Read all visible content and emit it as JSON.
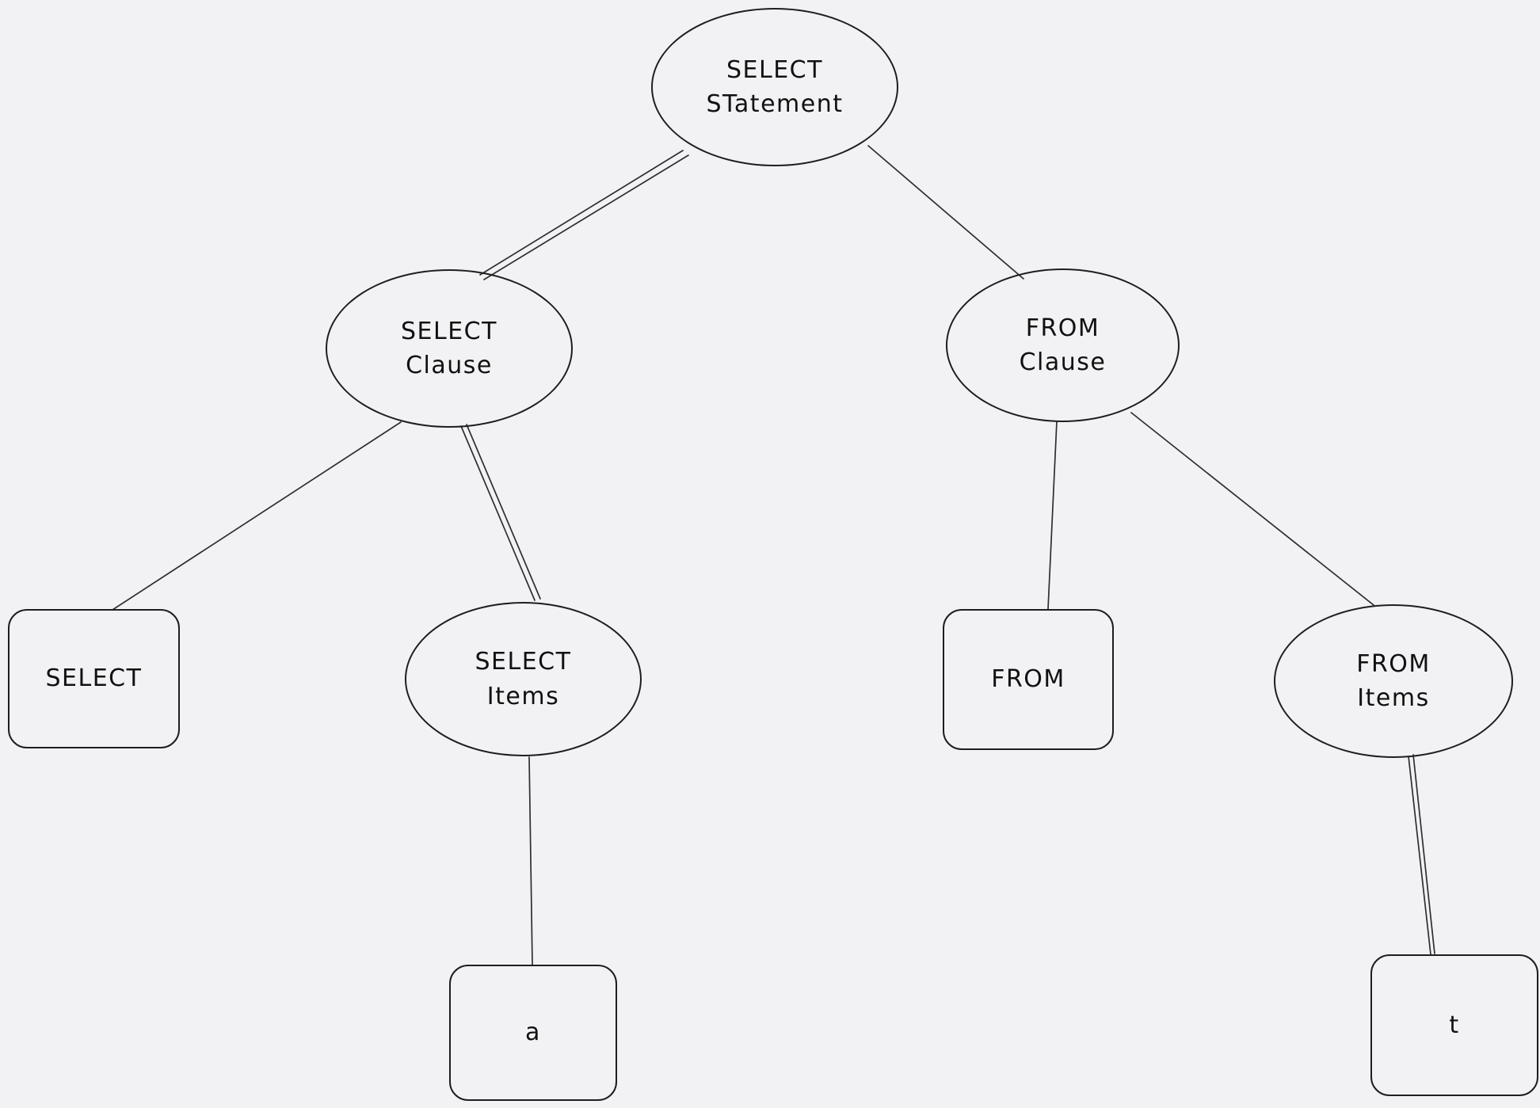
{
  "canvas": {
    "background": "#f2f2f4",
    "stroke": "#1e1e1e"
  },
  "diagram": {
    "type": "tree",
    "description_visible": false
  },
  "nodes": [
    {
      "id": "select-statement",
      "shape": "ellipse",
      "lines": [
        "SELECT",
        "STatement"
      ]
    },
    {
      "id": "select-clause",
      "shape": "ellipse",
      "lines": [
        "SELECT",
        "Clause"
      ]
    },
    {
      "id": "from-clause",
      "shape": "ellipse",
      "lines": [
        "FROM",
        "Clause"
      ]
    },
    {
      "id": "select-keyword",
      "shape": "rect",
      "lines": [
        "SELECT"
      ]
    },
    {
      "id": "select-items",
      "shape": "ellipse",
      "lines": [
        "SELECT",
        "Items"
      ]
    },
    {
      "id": "from-keyword",
      "shape": "rect",
      "lines": [
        "FROM"
      ]
    },
    {
      "id": "from-items",
      "shape": "ellipse",
      "lines": [
        "FROM",
        "Items"
      ]
    },
    {
      "id": "select-item-a",
      "shape": "rect",
      "lines": [
        "a"
      ]
    },
    {
      "id": "from-item-t",
      "shape": "rect",
      "lines": [
        "t"
      ]
    }
  ],
  "edges": [
    {
      "from": "select-statement",
      "to": "select-clause"
    },
    {
      "from": "select-statement",
      "to": "from-clause"
    },
    {
      "from": "select-clause",
      "to": "select-keyword"
    },
    {
      "from": "select-clause",
      "to": "select-items"
    },
    {
      "from": "from-clause",
      "to": "from-keyword"
    },
    {
      "from": "from-clause",
      "to": "from-items"
    },
    {
      "from": "select-items",
      "to": "select-item-a"
    },
    {
      "from": "from-items",
      "to": "from-item-t"
    }
  ]
}
